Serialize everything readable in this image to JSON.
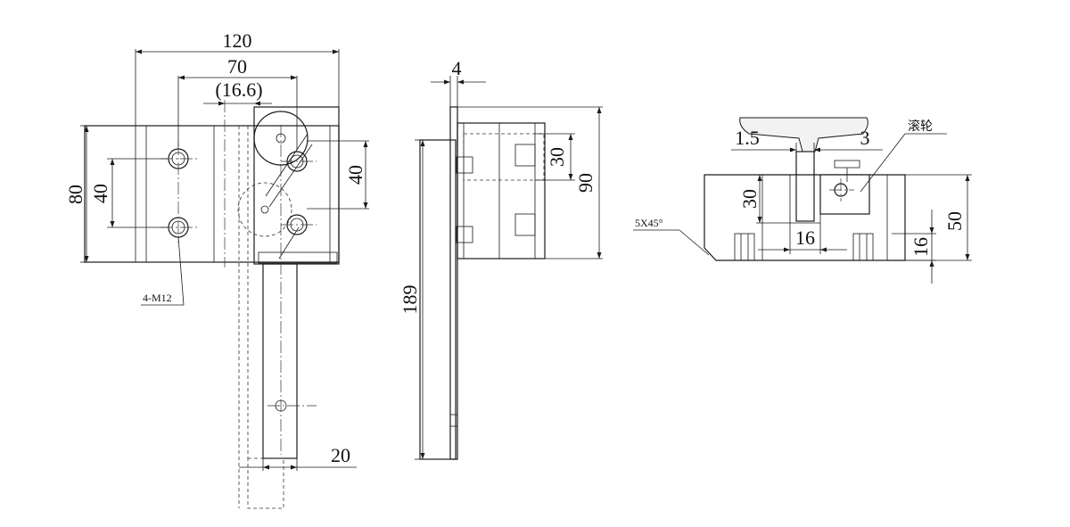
{
  "front_view": {
    "dims": {
      "overall_width": "120",
      "hole_spacing": "70",
      "offset": "(16.6)",
      "height": "80",
      "hole_vertical": "40",
      "right_vertical": "40",
      "bar_width": "20"
    },
    "callout": "4-M12"
  },
  "side_view": {
    "dims": {
      "thickness": "4",
      "inner_height": "30",
      "height": "90",
      "length": "189"
    }
  },
  "rail_view": {
    "dims": {
      "gap_left": "1.5",
      "gap_right": "3",
      "slot_depth": "30",
      "slot_width": "16",
      "height": "50",
      "pocket": "16"
    },
    "chamfer": "5X45°",
    "roller_label": "滚轮"
  }
}
